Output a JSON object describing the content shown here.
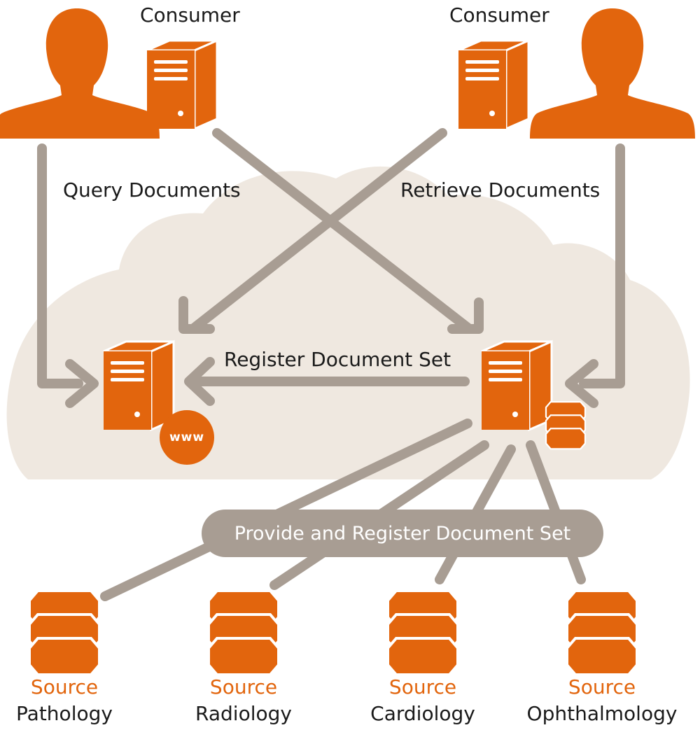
{
  "colors": {
    "accent": "#e2650d",
    "connector": "#a89d93",
    "cloud": "#efe8e0",
    "text": "#1a1a1a"
  },
  "consumers": {
    "left_label": "Consumer",
    "right_label": "Consumer"
  },
  "flows": {
    "query": "Query Documents",
    "retrieve": "Retrieve Documents",
    "register": "Register Document Set",
    "provide_register": "Provide and Register Document Set"
  },
  "registry": {
    "www_badge": "www"
  },
  "icons": {
    "person": "person-silhouette-icon",
    "server": "server-tower-icon",
    "database": "database-stack-icon",
    "web": "www-globe-icon"
  },
  "sources": [
    {
      "word": "Source",
      "name": "Pathology"
    },
    {
      "word": "Source",
      "name": "Radiology"
    },
    {
      "word": "Source",
      "name": "Cardiology"
    },
    {
      "word": "Source",
      "name": "Ophthalmology"
    }
  ]
}
